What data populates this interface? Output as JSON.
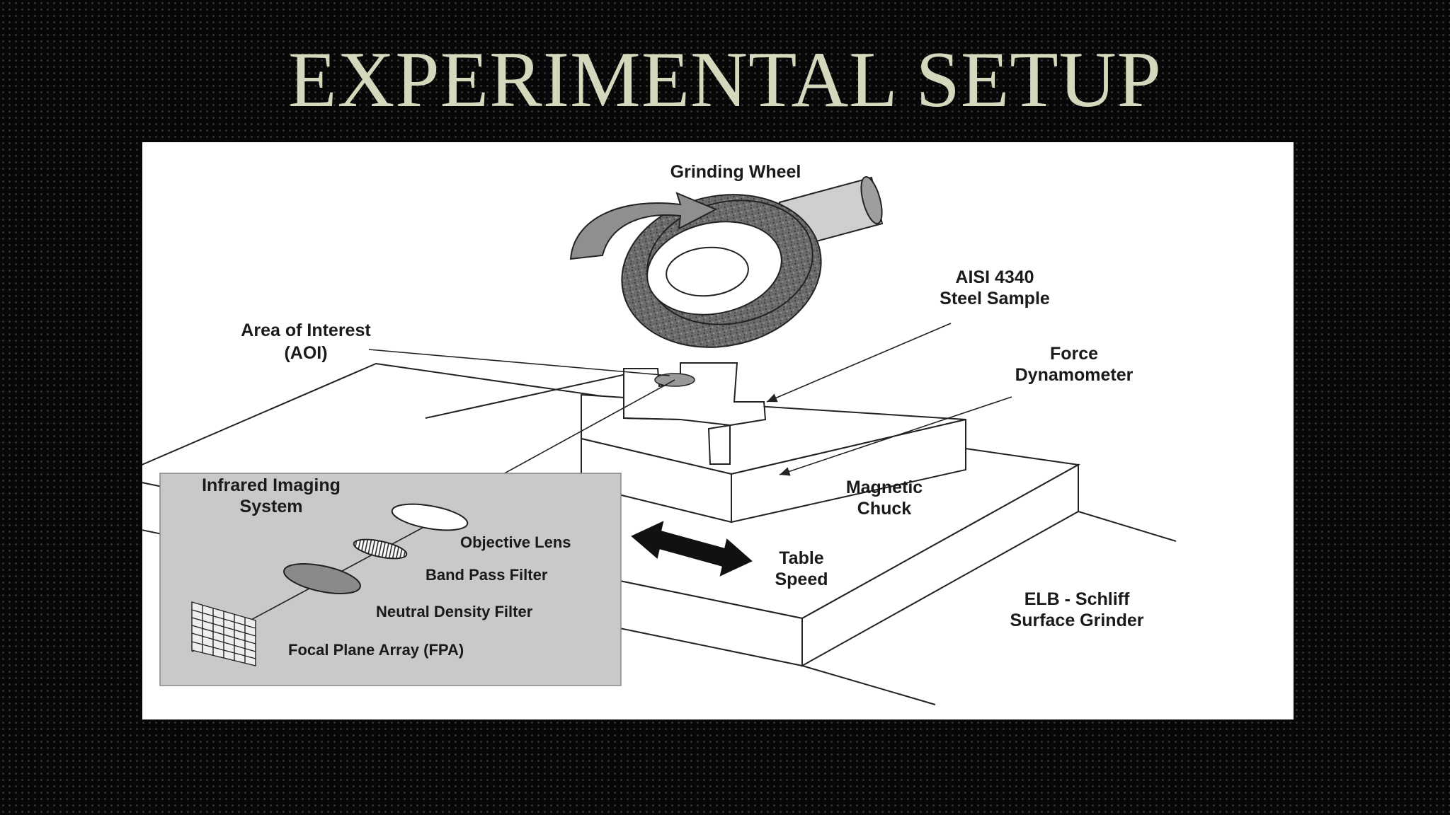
{
  "slide": {
    "title": "EXPERIMENTAL SETUP"
  },
  "diagram": {
    "labels": {
      "grinding_wheel": "Grinding Wheel",
      "steel_sample_line1": "AISI 4340",
      "steel_sample_line2": "Steel Sample",
      "area_of_interest_line1": "Area of Interest",
      "area_of_interest_line2": "(AOI)",
      "force_dynamometer_line1": "Force",
      "force_dynamometer_line2": "Dynamometer",
      "magnetic_chuck_line1": "Magnetic",
      "magnetic_chuck_line2": "Chuck",
      "table_speed_line1": "Table",
      "table_speed_line2": "Speed",
      "surface_grinder_line1": "ELB - Schliff",
      "surface_grinder_line2": "Surface Grinder",
      "infrared_system_line1": "Infrared Imaging",
      "infrared_system_line2": "System",
      "objective_lens": "Objective Lens",
      "band_pass_filter": "Band Pass Filter",
      "neutral_density_filter": "Neutral Density Filter",
      "focal_plane_array": "Focal Plane Array (FPA)"
    }
  },
  "colors": {
    "background": "#070707",
    "title": "#d5d8bd",
    "panel": "#ffffff",
    "inset": "#c9c9c9"
  }
}
